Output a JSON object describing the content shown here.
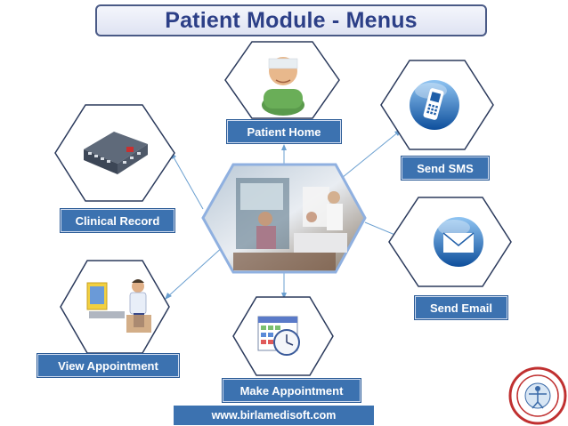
{
  "title": "Patient Module - Menus",
  "menus": {
    "patient_home": "Patient Home",
    "send_sms": "Send SMS",
    "clinical_record": "Clinical Record",
    "send_email": "Send Email",
    "view_appointment": "View Appointment",
    "make_appointment": "Make Appointment"
  },
  "website": "www.birlamedisoft.com",
  "colors": {
    "label_bg": "#3c72b0",
    "title_text": "#2c3f87",
    "hexagon_stroke": "#2b3a5c",
    "connector": "#6a9fd0"
  },
  "icons": {
    "patient_home": "patient-icon",
    "send_sms": "phone-icon",
    "clinical_record": "hospital-building-icon",
    "send_email": "envelope-icon",
    "view_appointment": "computer-user-icon",
    "make_appointment": "calendar-clock-icon"
  }
}
